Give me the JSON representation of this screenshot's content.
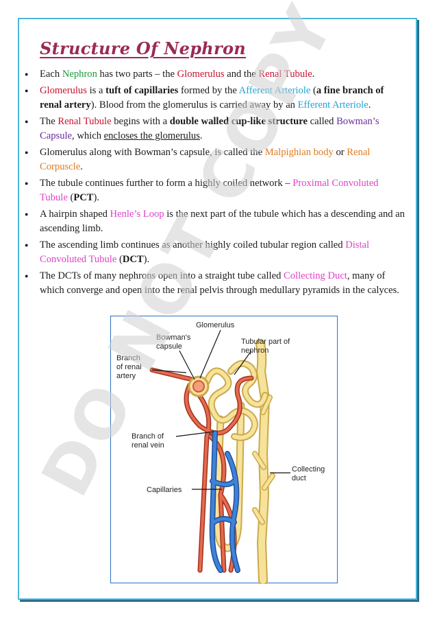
{
  "title": "Structure Of Nephron",
  "bullets": [
    {
      "parts": [
        {
          "t": "Each "
        },
        {
          "t": "Nephron",
          "c": "green"
        },
        {
          "t": " has two parts – the "
        },
        {
          "t": "Glomerulus",
          "c": "red"
        },
        {
          "t": " and the "
        },
        {
          "t": "Renal Tubule",
          "c": "red"
        },
        {
          "t": "."
        }
      ]
    },
    {
      "parts": [
        {
          "t": "Glomerulus",
          "c": "red"
        },
        {
          "t": " is a "
        },
        {
          "t": "tuft of capillaries",
          "b": true
        },
        {
          "t": " formed by the "
        },
        {
          "t": "Afferent Arteriole",
          "c": "cyan"
        },
        {
          "t": " ("
        },
        {
          "t": "a fine branch of renal artery",
          "b": true
        },
        {
          "t": "). Blood from the glomerulus is carried away by an "
        },
        {
          "t": "Efferent Arteriole",
          "c": "cyan"
        },
        {
          "t": "."
        }
      ]
    },
    {
      "parts": [
        {
          "t": "The "
        },
        {
          "t": "Renal Tubule",
          "c": "red"
        },
        {
          "t": " begins with a "
        },
        {
          "t": "double walled cup-like structure",
          "b": true
        },
        {
          "t": " called "
        },
        {
          "t": "Bowman’s Capsule",
          "c": "purple"
        },
        {
          "t": ", which "
        },
        {
          "t": "encloses the glomerulus",
          "u": true
        },
        {
          "t": "."
        }
      ]
    },
    {
      "parts": [
        {
          "t": "Glomerulus along with Bowman’s capsule, is called the "
        },
        {
          "t": "Malpighian body",
          "c": "orange"
        },
        {
          "t": " or "
        },
        {
          "t": "Renal Corpuscle",
          "c": "orange"
        },
        {
          "t": "."
        }
      ]
    },
    {
      "parts": [
        {
          "t": "The tubule continues further to form a highly coiled network – "
        },
        {
          "t": "Proximal Convoluted Tubule",
          "c": "pink"
        },
        {
          "t": " ("
        },
        {
          "t": "PCT",
          "b": true
        },
        {
          "t": ")."
        }
      ]
    },
    {
      "parts": [
        {
          "t": "A hairpin shaped "
        },
        {
          "t": "Henle’s Loop",
          "c": "pink"
        },
        {
          "t": " is the next part of the tubule which has a descending and an ascending limb."
        }
      ]
    },
    {
      "parts": [
        {
          "t": "The ascending limb continues as another highly coiled tubular region called "
        },
        {
          "t": "Distal Convoluted Tubule",
          "c": "pink"
        },
        {
          "t": " ("
        },
        {
          "t": "DCT",
          "b": true
        },
        {
          "t": ")."
        }
      ]
    },
    {
      "parts": [
        {
          "t": "The DCTs of many nephrons open into a straight tube called "
        },
        {
          "t": "Collecting Duct",
          "c": "pink"
        },
        {
          "t": ", many of which converge and open into the renal pelvis through medullary pyramids in the calyces."
        }
      ]
    }
  ],
  "diagram": {
    "glomerulus": "Glomerulus",
    "bowmans_1": "Bowman's",
    "bowmans_2": "capsule",
    "tubular_1": "Tubular part of",
    "tubular_2": "nephron",
    "artery_1": "Branch",
    "artery_2": "of renal",
    "artery_3": "artery",
    "vein_1": "Branch of",
    "vein_2": "renal vein",
    "capillaries": "Capillaries",
    "duct_1": "Collecting",
    "duct_2": "duct"
  },
  "watermark": "DO NOT COPY",
  "colors": {
    "title": "#9a2a55",
    "frame": "#4bb6d8",
    "green": "#1a9a3c",
    "red": "#c8102e",
    "cyan": "#1fa4d4",
    "purple": "#6a2a9a",
    "orange": "#e07a20",
    "pink": "#e040c8",
    "artery": "#d9533a",
    "vein": "#2f6fc4",
    "tubule": "#f2d27a"
  }
}
